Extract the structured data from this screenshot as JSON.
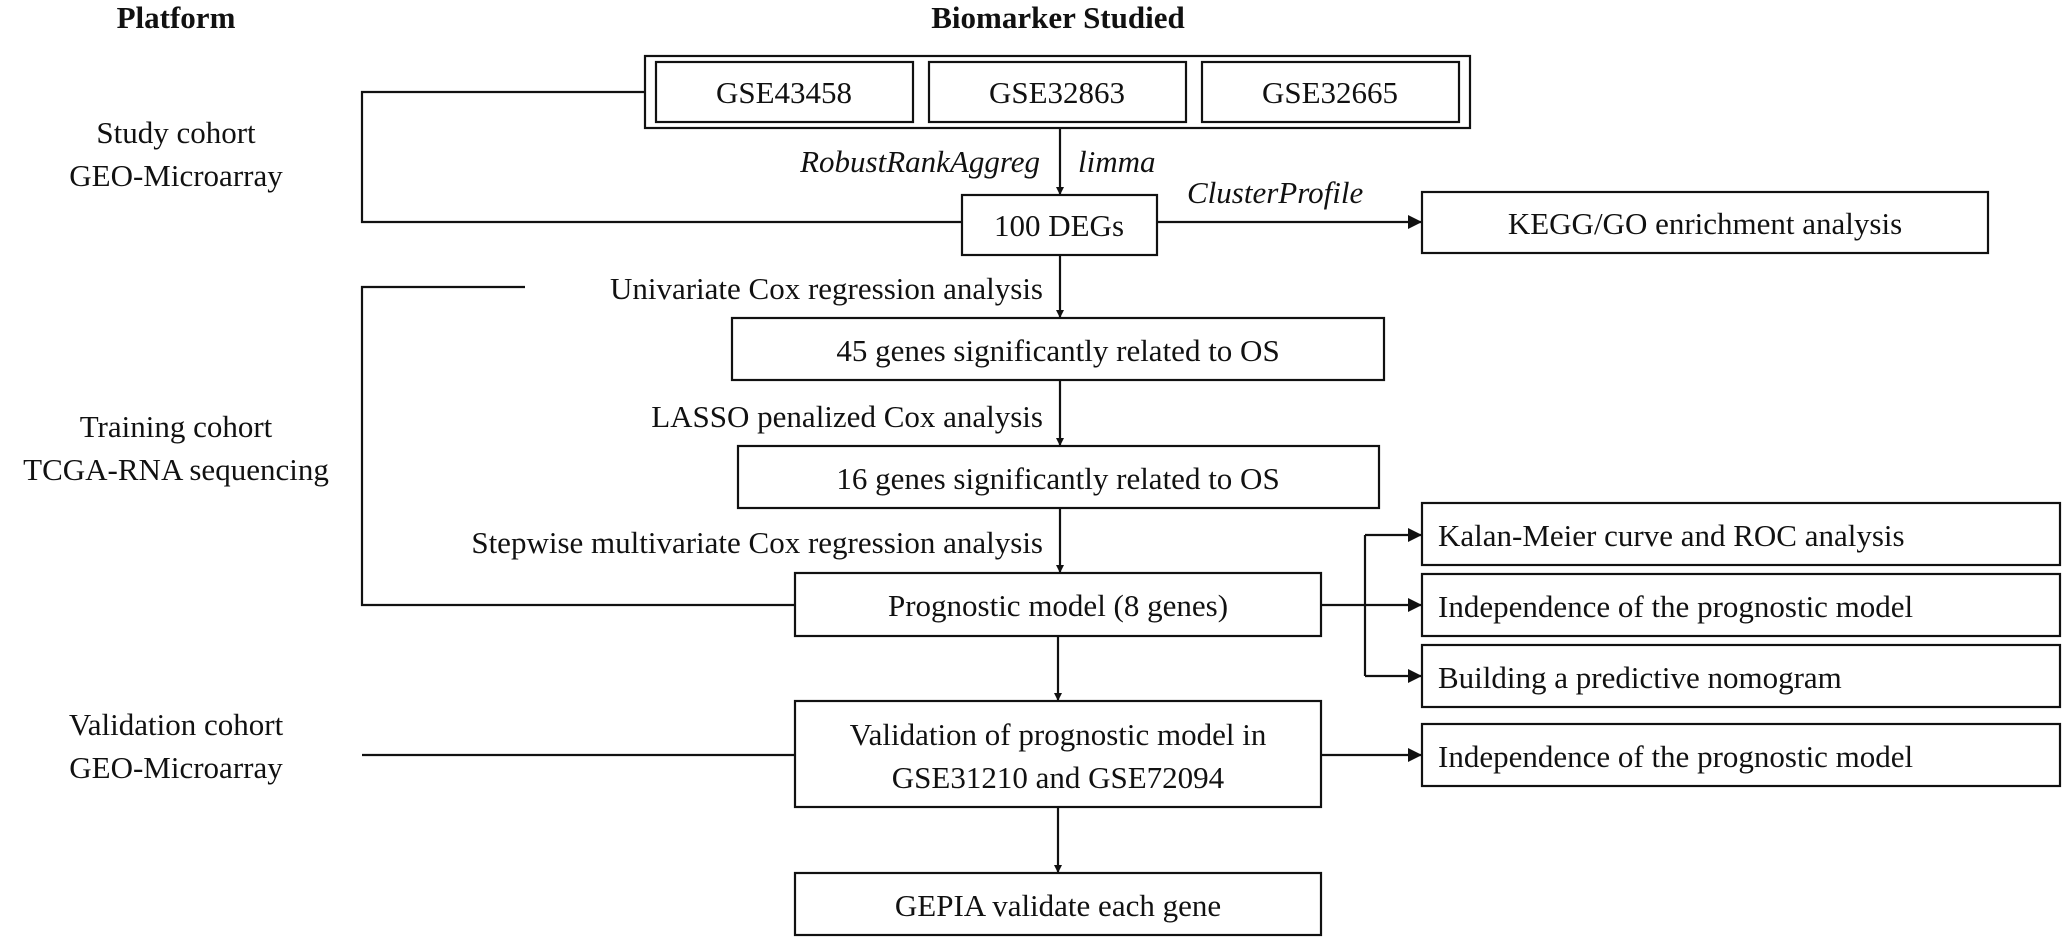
{
  "headers": {
    "platform": "Platform",
    "biomarker": "Biomarker Studied"
  },
  "platforms": {
    "study": {
      "line1": "Study cohort",
      "line2": "GEO-Microarray"
    },
    "training": {
      "line1": "Training cohort",
      "line2": "TCGA-RNA sequencing"
    },
    "validation": {
      "line1": "Validation cohort",
      "line2": "GEO-Microarray"
    }
  },
  "datasets": [
    "GSE43458",
    "GSE32863",
    "GSE32665"
  ],
  "methods": {
    "rra": "RobustRankAggreg",
    "limma": "limma",
    "cluster_profile": "ClusterProfile",
    "univariate": "Univariate Cox regression analysis",
    "lasso": "LASSO penalized Cox analysis",
    "stepwise": "Stepwise multivariate Cox regression analysis"
  },
  "boxes": {
    "degs": "100 DEGs",
    "enrichment": "KEGG/GO enrichment analysis",
    "genes45": "45 genes significantly related to OS",
    "genes16": "16 genes significantly related to OS",
    "prognostic": "Prognostic model (8 genes)",
    "km_roc": "Kalan-Meier curve and ROC analysis",
    "independence1": "Independence of the prognostic model",
    "nomogram": "Building a predictive nomogram",
    "validation_line1": "Validation of prognostic model in",
    "validation_line2": "GSE31210 and GSE72094",
    "independence2": "Independence of the prognostic model",
    "gepia": "GEPIA validate each gene"
  }
}
